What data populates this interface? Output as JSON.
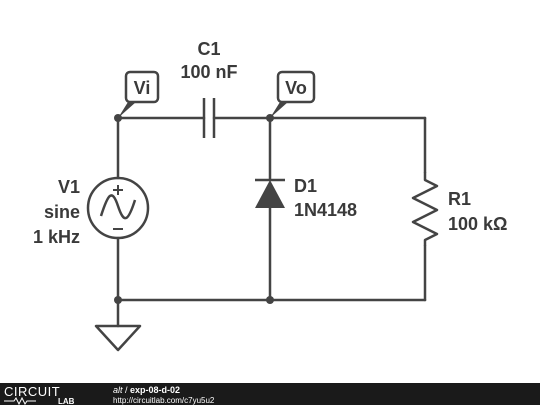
{
  "components": {
    "capacitor": {
      "name": "C1",
      "value": "100 nF"
    },
    "source": {
      "name": "V1",
      "type": "sine",
      "freq": "1 kHz"
    },
    "diode": {
      "name": "D1",
      "part": "1N4148"
    },
    "resistor": {
      "name": "R1",
      "value": "100 kΩ"
    }
  },
  "probes": {
    "input": "Vi",
    "output": "Vo"
  },
  "footer": {
    "brand_top": "CIRCUIT",
    "brand_bottom": "LAB",
    "author": "alt",
    "separator": " / ",
    "title": "exp-08-d-02",
    "url": "http://circuitlab.com/c7yu5u2"
  },
  "colors": {
    "wire": "#444444",
    "footer_bg": "#1a1a1a",
    "label": "#3a3a3a"
  }
}
